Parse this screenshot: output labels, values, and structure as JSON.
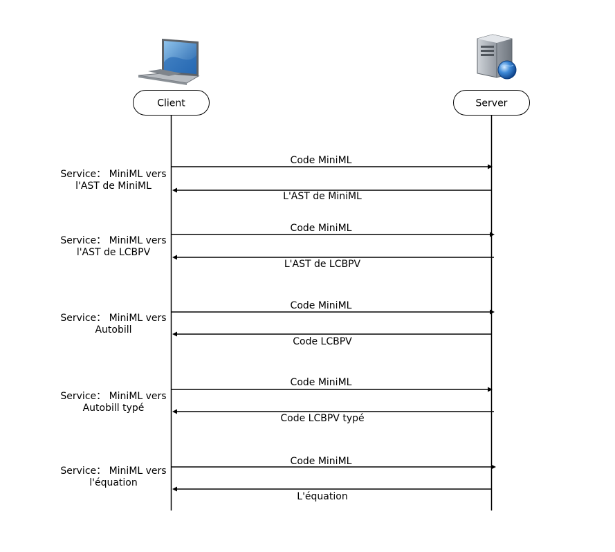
{
  "actors": {
    "client": {
      "label": "Client",
      "icon": "laptop-icon"
    },
    "server": {
      "label": "Server",
      "icon": "server-globe-icon"
    }
  },
  "services": [
    {
      "line1": "Service：  MiniML vers",
      "line2": "l'AST de MiniML",
      "request": "Code MiniML",
      "response": "L'AST de MiniML"
    },
    {
      "line1": "Service：  MiniML vers",
      "line2": "l'AST de LCBPV",
      "request": "Code MiniML",
      "response": "L'AST de LCBPV"
    },
    {
      "line1": "Service：  MiniML vers",
      "line2": "Autobill",
      "request": "Code MiniML",
      "response": "Code LCBPV"
    },
    {
      "line1": "Service：  MiniML vers",
      "line2": "Autobill typé",
      "request": "Code MiniML",
      "response": "Code LCBPV typé"
    },
    {
      "line1": "Service：  MiniML vers",
      "line2": "l'équation",
      "request": "Code MiniML",
      "response": "L'équation"
    }
  ]
}
